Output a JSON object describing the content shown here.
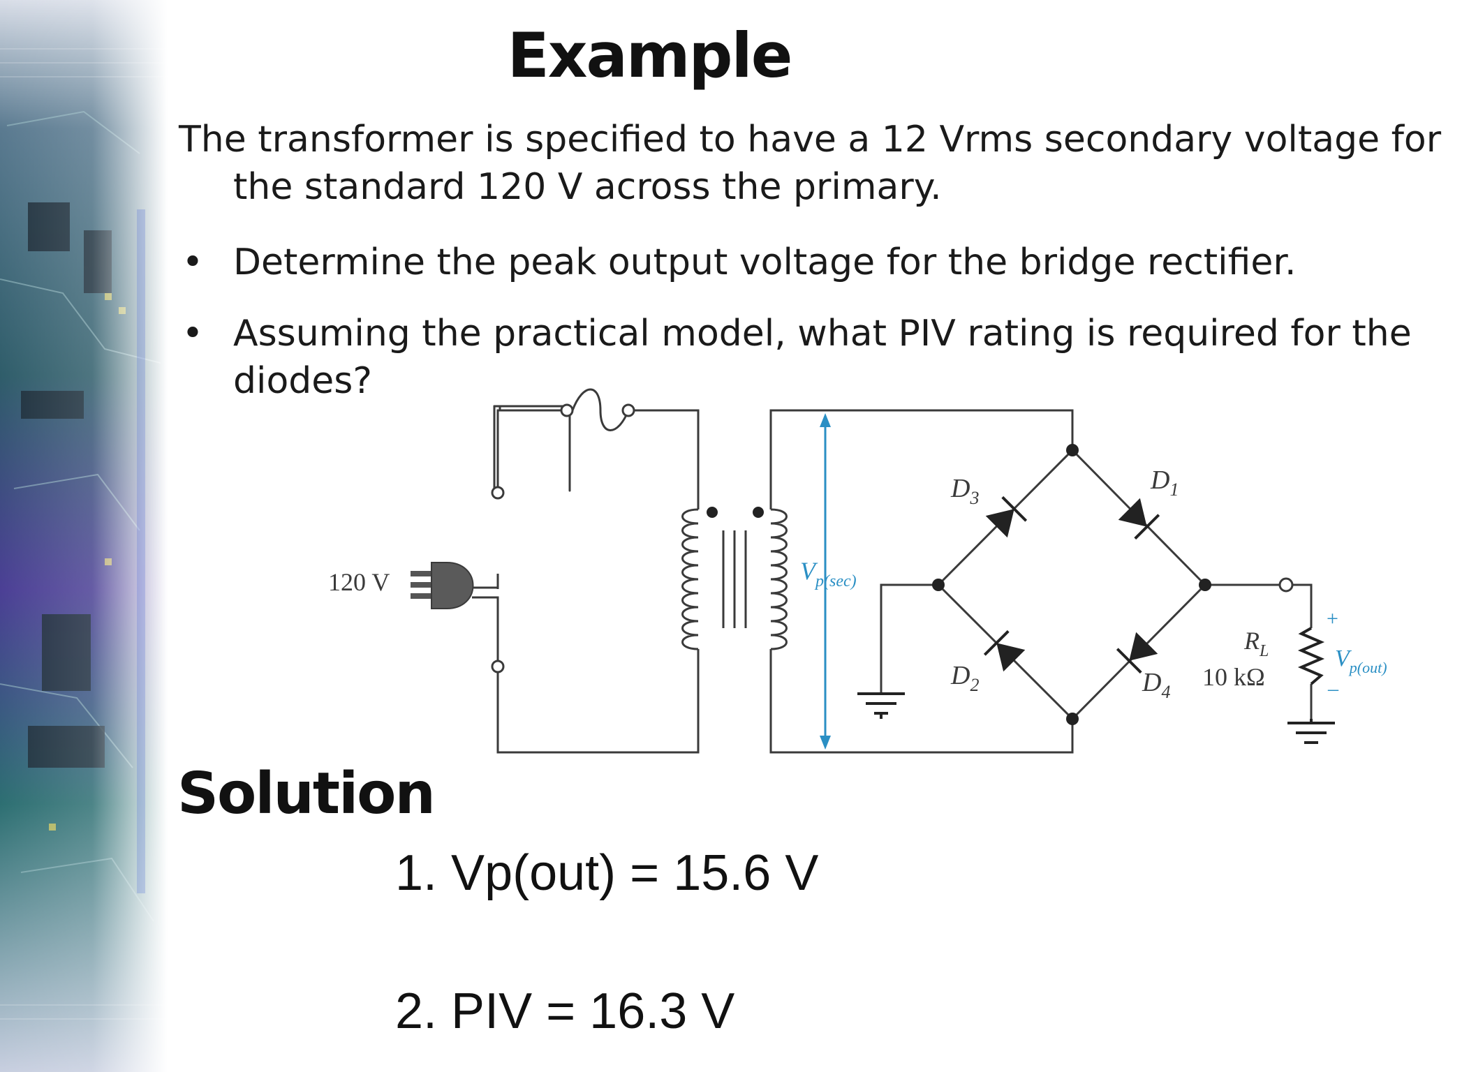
{
  "slide": {
    "title": "Example",
    "intro": "The transformer is specified to have a 12 Vrms secondary voltage for the standard 120 V across the primary.",
    "bullets": [
      "Determine the peak output voltage for the bridge rectifier.",
      "Assuming the practical model, what PIV rating is required for the diodes?"
    ],
    "bullet_glyph": "•",
    "solution_heading": "Solution",
    "answers": [
      "1. Vp(out) = 15.6 V",
      "2. PIV = 16.3 V"
    ]
  },
  "circuit": {
    "source_label": "120 V",
    "vsec_main": "V",
    "vsec_sub": "p(sec)",
    "diodes": [
      {
        "main": "D",
        "sub": "1"
      },
      {
        "main": "D",
        "sub": "2"
      },
      {
        "main": "D",
        "sub": "3"
      },
      {
        "main": "D",
        "sub": "4"
      }
    ],
    "load_name_main": "R",
    "load_name_sub": "L",
    "load_value": "10 kΩ",
    "vout_main": "V",
    "vout_sub": "p(out)",
    "plus_sign": "+",
    "minus_sign": "–"
  },
  "colors": {
    "wire": "#3a3a3a",
    "measurement_blue": "#2a8fc4",
    "sidebar_accent": "#3a5bd8"
  },
  "icons": [
    "fuse-icon",
    "plug-icon",
    "transformer-icon",
    "diode-icon",
    "resistor-icon",
    "ground-icon"
  ]
}
